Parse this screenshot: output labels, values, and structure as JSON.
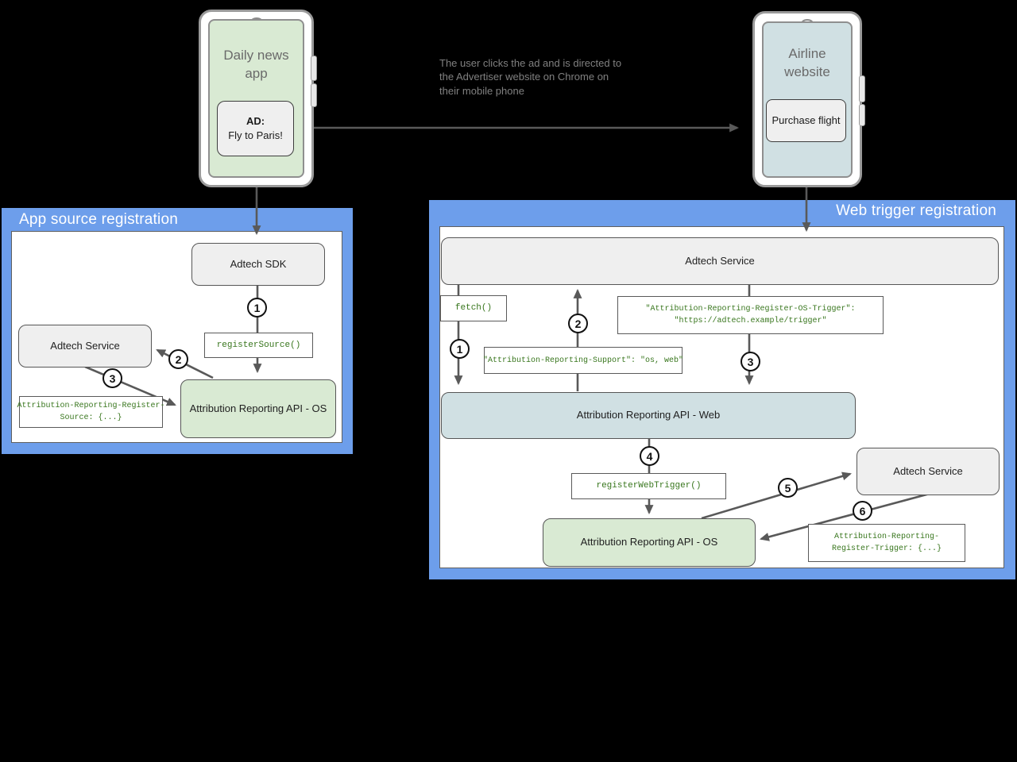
{
  "canvas": {
    "background": "#000000"
  },
  "colors": {
    "panel_blue": "#6d9eeb",
    "node_grey": "#efefef",
    "node_green": "#d9ead3",
    "node_blue": "#d0e0e3",
    "code_text_green": "#38761d",
    "arrow_grey": "#595959",
    "panel_title_white": "#ffffff"
  },
  "phones": {
    "daily_news": {
      "screen_label": "Daily news app",
      "ad_label_title": "AD:",
      "ad_label_text": "Fly to Paris!"
    },
    "airline": {
      "screen_label": "Airline website",
      "button_label": "Purchase flight"
    }
  },
  "annotation": {
    "text": "The user clicks the ad and is directed to the Advertiser website on Chrome on their mobile phone"
  },
  "panels": {
    "app_source": {
      "title": "App source registration",
      "nodes": {
        "adtech_sdk": "Adtech SDK",
        "adtech_service": "Adtech Service",
        "ara_os": "Attribution Reporting API - OS"
      },
      "code": {
        "register_source": "registerSource()",
        "register_source_header_line1": "Attribution-Reporting-Register-",
        "register_source_header_line2": "Source: {...}"
      },
      "steps": [
        "1",
        "2",
        "3"
      ]
    },
    "web_trigger": {
      "title": "Web trigger registration",
      "nodes": {
        "adtech_service_top": "Adtech Service",
        "ara_web": "Attribution Reporting API - Web",
        "ara_os": "Attribution Reporting API - OS",
        "adtech_service_right": "Adtech Service"
      },
      "code": {
        "fetch": "fetch()",
        "support_header": "\"Attribution-Reporting-Support\": \"os, web\"",
        "os_trigger_header_line1": "\"Attribution-Reporting-Register-OS-Trigger\":",
        "os_trigger_header_line2": "\"https://adtech.example/trigger\"",
        "register_web_trigger": "registerWebTrigger()",
        "register_trigger_line1": "Attribution-Reporting-",
        "register_trigger_line2": "Register-Trigger: {...}"
      },
      "steps": [
        "1",
        "2",
        "3",
        "4",
        "5",
        "6"
      ]
    }
  }
}
